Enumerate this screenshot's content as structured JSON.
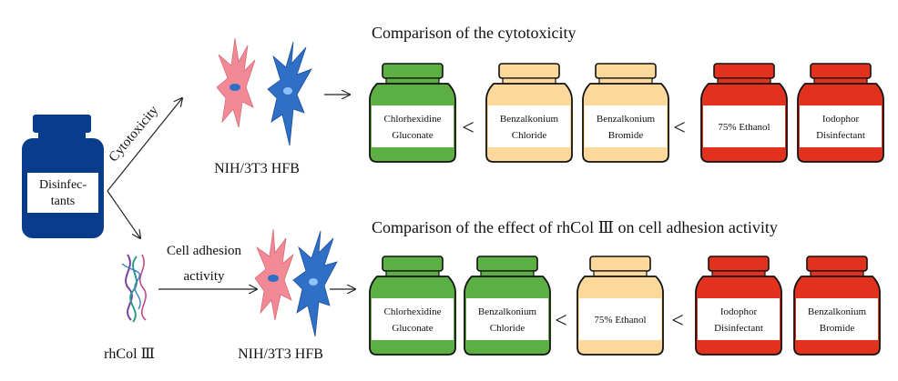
{
  "source": {
    "label_line1": "Disinfec-",
    "label_line2": "tants",
    "color": "#0a3c8c"
  },
  "branches": {
    "top_arrow_label": "Cytotoxicity",
    "bottom_arrow_label_line1": "Cell adhesion",
    "bottom_arrow_label_line2": "activity"
  },
  "cells_label": "NIH/3T3  HFB",
  "protein_label": "rhCol  Ⅲ",
  "rows": [
    {
      "title": "Comparison of the cytotoxicity",
      "bottles": [
        {
          "line1": "Chlorhexidine",
          "line2": "Gluconate",
          "color": "green"
        },
        {
          "line1": "Benzalkonium",
          "line2": "Chloride",
          "color": "beige"
        },
        {
          "line1": "Benzalkonium",
          "line2": "Bromide",
          "color": "beige"
        },
        {
          "line1": "75% Ethanol",
          "line2": "",
          "color": "red"
        },
        {
          "line1": "Iodophor",
          "line2": "Disinfectant",
          "color": "red"
        }
      ],
      "comparators": [
        "<",
        "<"
      ]
    },
    {
      "title": "Comparison of the effect of rhCol Ⅲ on cell adhesion activity",
      "bottles": [
        {
          "line1": "Chlorhexidine",
          "line2": "Gluconate",
          "color": "green"
        },
        {
          "line1": "Benzalkonium",
          "line2": "Chloride",
          "color": "green"
        },
        {
          "line1": "75% Ethanol",
          "line2": "",
          "color": "beige"
        },
        {
          "line1": "Iodophor",
          "line2": "Disinfectant",
          "color": "red"
        },
        {
          "line1": "Benzalkonium",
          "line2": "Bromide",
          "color": "red"
        }
      ],
      "comparators": [
        "<",
        "<"
      ]
    }
  ],
  "palette": {
    "green": "#5cb043",
    "beige": "#fcd89a",
    "red": "#e2321e",
    "cell_pink": "#f28a96",
    "cell_blue": "#2f6fc6"
  }
}
